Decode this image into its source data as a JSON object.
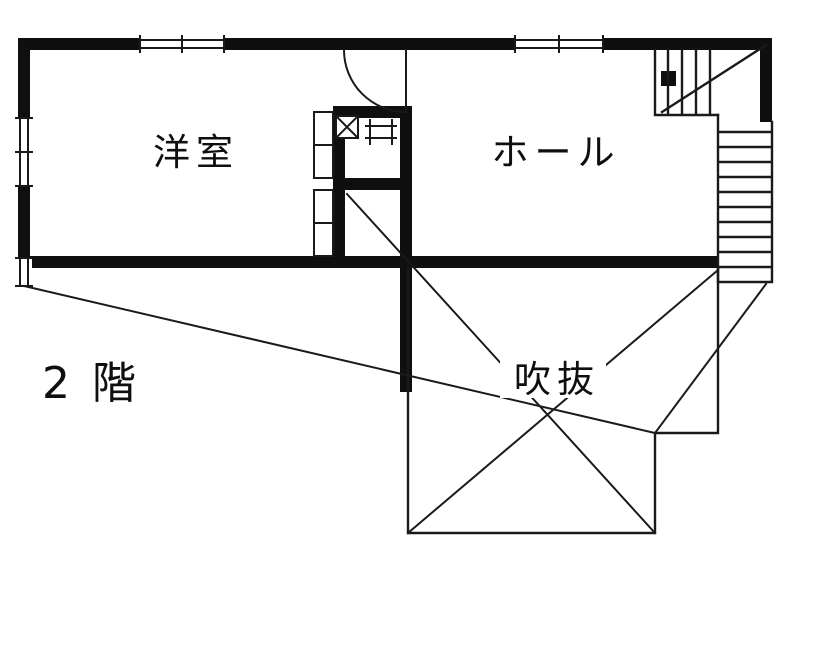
{
  "page": {
    "background": "#ffffff"
  },
  "floorplan": {
    "labels": {
      "room_left": "洋室",
      "hall": "ホール",
      "void": "吹抜",
      "floor_indicator": "2 階"
    },
    "colors": {
      "wall": "#0f0f0f",
      "line": "#1a1a1a",
      "background": "#ffffff"
    }
  }
}
